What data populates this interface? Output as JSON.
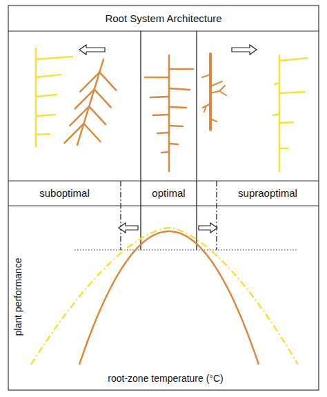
{
  "diagram": {
    "nodes": [
      {
        "text": [
          "Root System Architecture"
        ]
      },
      {
        "text": [
          "suboptimal"
        ]
      },
      {
        "text": [
          "optimal"
        ]
      },
      {
        "text": [
          "supraoptimal"
        ]
      }
    ],
    "labels": [
      "plant performance",
      "root-zone temperature (°C)"
    ]
  }
}
